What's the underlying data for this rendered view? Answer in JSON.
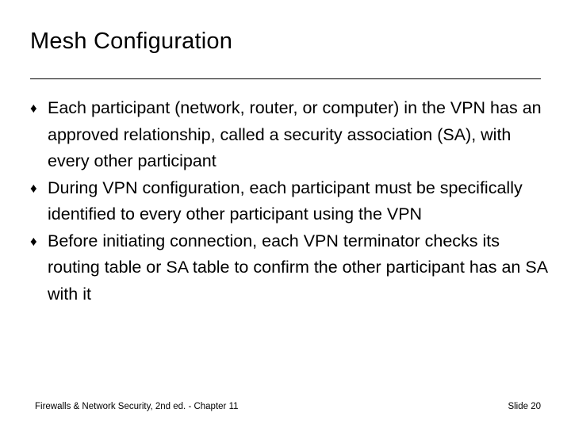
{
  "slide": {
    "title": "Mesh Configuration",
    "bullet_marker": "♦",
    "bullets": [
      "Each participant (network, router, or computer) in the VPN has an approved relationship, called a security association (SA), with every other participant",
      "During VPN configuration, each participant must be specifically identified to every other participant using the VPN",
      "Before initiating connection, each VPN terminator checks its routing table or SA table to confirm the other participant has an SA with it"
    ],
    "footer": "Firewalls & Network Security, 2nd ed. - Chapter 11",
    "slide_number": "Slide 20",
    "colors": {
      "text": "#000000",
      "background": "#ffffff",
      "rule": "#000000"
    }
  }
}
